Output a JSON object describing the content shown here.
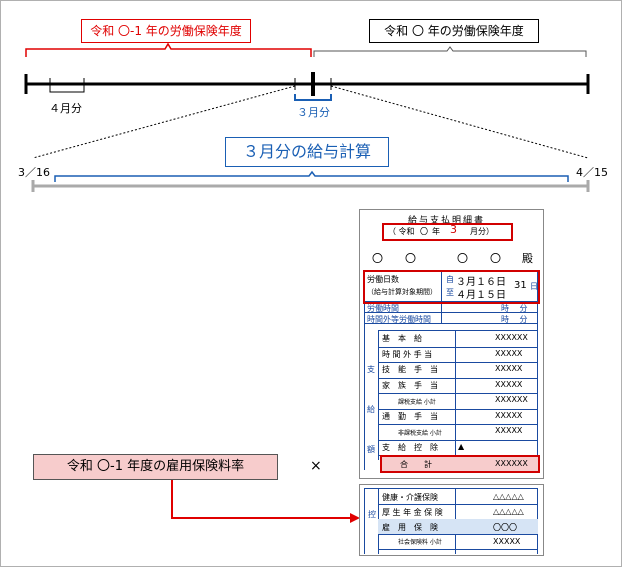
{
  "timeline": {
    "prev_year_label": "令和 〇-1 年の労働保険年度",
    "curr_year_label": "令和 〇 年の労働保険年度",
    "april_label": "４月分",
    "march_label": "３月分",
    "calc_title": "３月分の給与計算",
    "start_date": "3／16",
    "end_date": "4／15"
  },
  "payslip": {
    "title": "給与支払明細書",
    "period_prefix": "（ 令和",
    "period_circle": "〇",
    "period_year": "年",
    "period_month": "3",
    "period_suffix": "月分）",
    "circles": [
      "〇",
      "〇",
      "〇",
      "〇"
    ],
    "honorific": "殿",
    "work_days_label": "労働日数",
    "calc_period_label": "（給与計算対象期間）",
    "from_label": "自",
    "to_label": "至",
    "from_date": "３月１６日",
    "to_date": "４月１５日",
    "days_value": "31",
    "days_unit": "日",
    "work_hours_label": "労働時間",
    "overtime_label": "時間外等労働時間",
    "hours_unit1": "時　 分",
    "hours_unit2": "時　 分",
    "pay_section": "支　給　額",
    "rows": [
      {
        "label": "基　本　給",
        "value": "XXXXXX"
      },
      {
        "label": "時 間 外 手 当",
        "value": "XXXXX"
      },
      {
        "label": "技　能　手　当",
        "value": "XXXXX"
      },
      {
        "label": "家　族　手　当",
        "value": "XXXXX"
      },
      {
        "label": "課税支給 小計",
        "value": "XXXXXX"
      },
      {
        "label": "通　勤　手　当",
        "value": "XXXXX"
      },
      {
        "label": "非課税支給 小計",
        "value": "XXXXX"
      },
      {
        "label": "支　給　控　除",
        "value": "▲"
      }
    ],
    "total_label": "合　　計",
    "total_value": "XXXXXX"
  },
  "deduction": {
    "section": "控",
    "rows": [
      {
        "label": "健康・介護保険",
        "value": "△△△△△"
      },
      {
        "label": "厚 生 年 金 保 険",
        "value": "△△△△△"
      },
      {
        "label": "雇　用　保　険",
        "value": "〇〇〇"
      },
      {
        "label": "社会保険料 小計",
        "value": "XXXXX"
      }
    ]
  },
  "rate_box": {
    "label": "令和 〇-1 年度の雇用保険料率",
    "multiply": "×"
  }
}
